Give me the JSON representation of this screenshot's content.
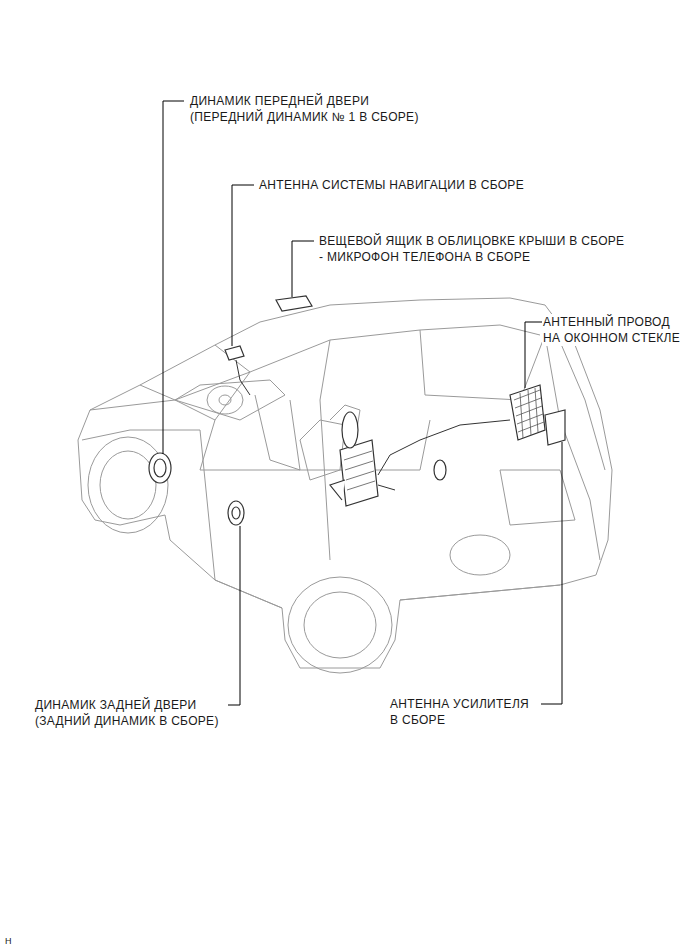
{
  "diagram": {
    "labels": [
      "ДИНАМИК ПЕРЕДНЕЙ ДВЕРИ",
      "(ПЕРЕДНИЙ ДИНАМИК № 1 В СБОРЕ)",
      "АНТЕННА СИСТЕМЫ НАВИГАЦИИ В СБОРЕ",
      "ВЕЩЕВОЙ ЯЩИК В ОБЛИЦОВКЕ КРЫШИ В СБОРЕ",
      "- МИКРОФОН ТЕЛЕФОНА В СБОРЕ",
      "АНТЕННЫЙ ПРОВОД НА ОКОННОМ СТЕКЛЕ",
      "ДИНАМИК ЗАДНЕЙ ДВЕРИ",
      "(ЗАДНИЙ ДИНАМИК В СБОРЕ)",
      "АНТЕННА УСИЛИТЕЛЯ В СБОРЕ",
      "H"
    ]
  }
}
